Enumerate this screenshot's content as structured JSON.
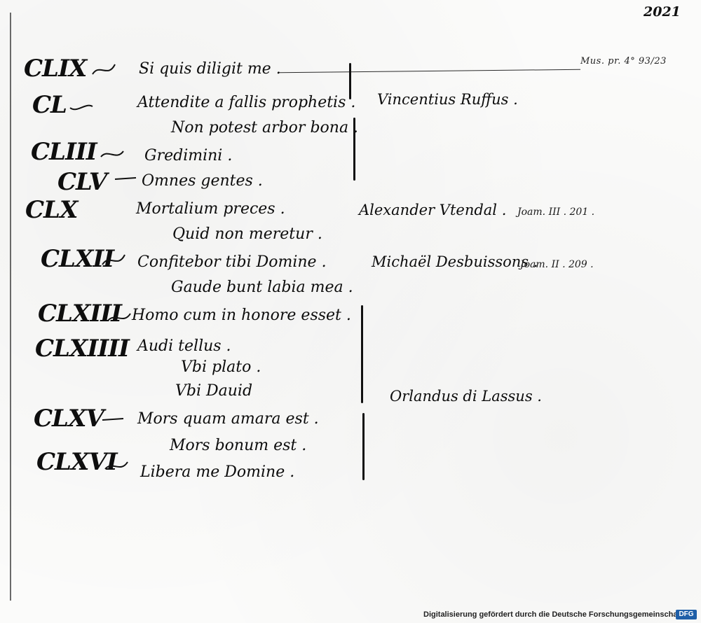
{
  "folio": "2021",
  "signature": "Mus. pr. 4° 93/23",
  "entries": [
    {
      "num": "CLIX",
      "lines": [
        "Si quis diligit me ."
      ]
    },
    {
      "num": "CL",
      "lines": [
        "Attendite a fallis prophetis .",
        "Non potest arbor bona ."
      ]
    },
    {
      "num": "CLIII",
      "lines": [
        "Gredimini ."
      ]
    },
    {
      "num": "CLV",
      "lines": [
        "Omnes gentes ."
      ]
    },
    {
      "num": "CLX",
      "lines": [
        "Mortalium preces .",
        "Quid non meretur ."
      ]
    },
    {
      "num": "CLXII",
      "lines": [
        "Confitebor tibi Domine .",
        "Gaude bunt labia mea ."
      ]
    },
    {
      "num": "CLXIII",
      "lines": [
        "Homo cum in honore esset ."
      ]
    },
    {
      "num": "CLXIIII",
      "lines": [
        "Audi tellus .",
        "Vbi plato .",
        "Vbi Dauid"
      ]
    },
    {
      "num": "CLXV",
      "lines": [
        "Mors quam amara est .",
        "Mors bonum est ."
      ]
    },
    {
      "num": "CLXVI",
      "lines": [
        "Libera me Domine ."
      ]
    }
  ],
  "composers": [
    {
      "name": "Vincentius Ruffus ."
    },
    {
      "name": "Alexander Vtendal .",
      "ref": "Joam. III . 201 ."
    },
    {
      "name": "Michaël Desbuissons .",
      "ref": "Joam. II . 209 ."
    },
    {
      "name": "Orlandus di Lassus ."
    }
  ],
  "footer": {
    "text": "Digitalisierung gefördert durch die Deutsche Forschungsgemeinschaft -",
    "badge": "DFG"
  }
}
